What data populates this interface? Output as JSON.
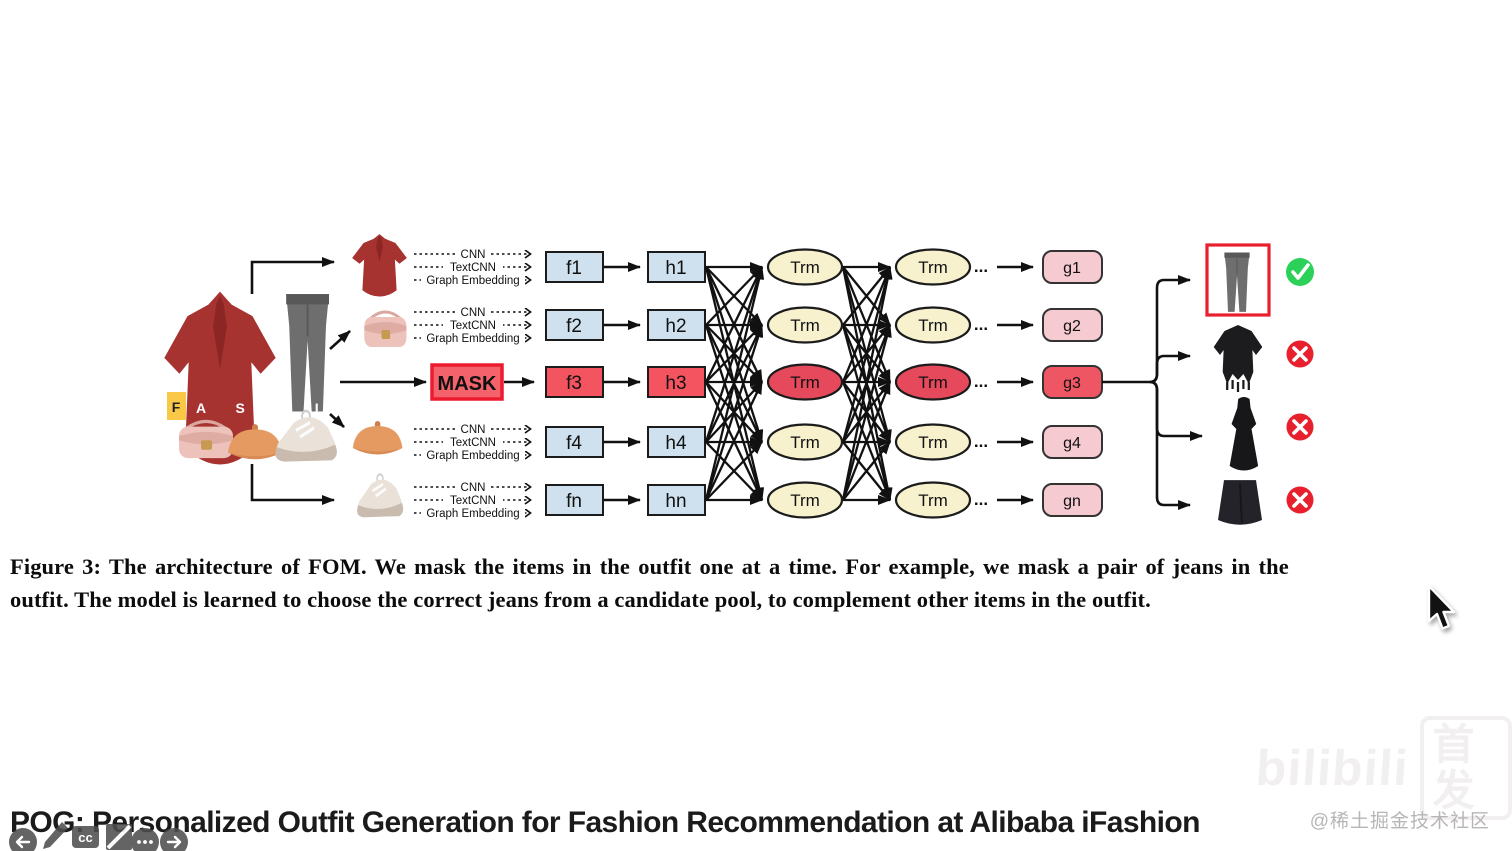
{
  "figure": {
    "caption_line1": "Figure 3: The architecture of FOM. We mask the items in the outfit one at a time. For example, we mask a pair of jeans in the",
    "caption_line2": "outfit. The model is learned to choose the correct jeans from a candidate pool, to complement other items in the outfit."
  },
  "diagram": {
    "outfit_tag": {
      "badge": "F",
      "letters": "A S H I O N"
    },
    "feature_labels": {
      "cnn": "CNN",
      "textcnn": "TextCNN",
      "graph_embedding": "Graph Embedding"
    },
    "mask_label": "MASK",
    "trm_label": "Trm",
    "ellipsis": "...",
    "f_nodes": [
      "f1",
      "f2",
      "f3",
      "f4",
      "fn"
    ],
    "h_nodes": [
      "h1",
      "h2",
      "h3",
      "h4",
      "hn"
    ],
    "g_nodes": [
      "g1",
      "g2",
      "g3",
      "g4",
      "gn"
    ],
    "colors": {
      "node_blue": "#cfe0ee",
      "node_red": "#f4545f",
      "mask_border_red": "#ec1c2e",
      "trm_cream": "#f8f1ce",
      "trm_red": "#e6495c",
      "g_pink": "#f6cad1",
      "candidate_border_red": "#e8202d",
      "correct_green": "#2bd158",
      "wrong_red": "#e8202d"
    }
  },
  "slide_title": "POG: Personalized Outfit Generation for Fashion Recommendation at Alibaba iFashion",
  "watermarks": {
    "bilibili_logo": "bilibili",
    "bilibili_badge": "首发",
    "community": "@稀土掘金技术社区"
  },
  "player_controls": {
    "cc_label": "cc"
  }
}
